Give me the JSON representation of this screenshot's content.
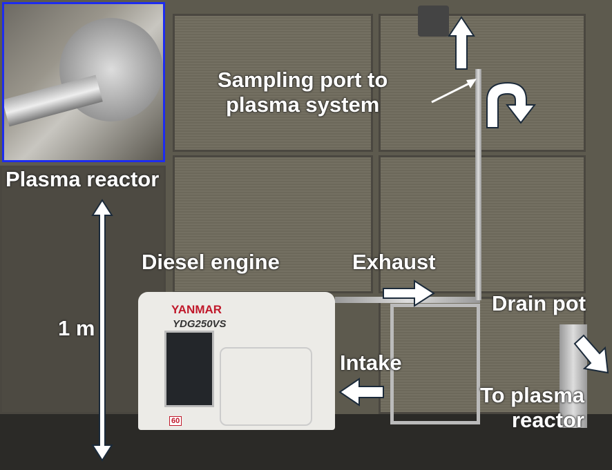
{
  "labels": {
    "sampling_line1": "Sampling port to",
    "sampling_line2": "plasma system",
    "plasma_reactor": "Plasma reactor",
    "diesel_engine": "Diesel engine",
    "exhaust": "Exhaust",
    "drain_pot": "Drain pot",
    "intake": "Intake",
    "to_plasma_line1": "To plasma",
    "to_plasma_line2": "reactor",
    "scale": "1 m"
  },
  "generator": {
    "brand": "YANMAR",
    "model": "YDG250VS",
    "frequency": "60"
  },
  "colors": {
    "inset_border": "#1d2cf0",
    "label": "#ffffff",
    "brand": "#c0182a"
  }
}
